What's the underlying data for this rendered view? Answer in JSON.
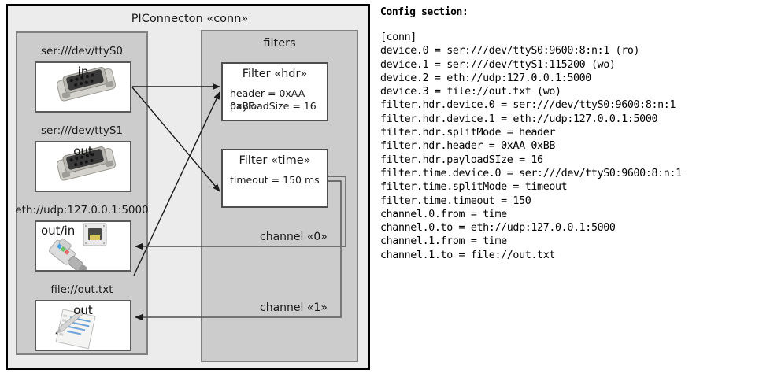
{
  "diagram": {
    "title": "PIConnecton «conn»",
    "devices_group": {
      "items": [
        {
          "label": "ser:///dev/ttyS0",
          "direction": "in",
          "icon": "serial-port-icon"
        },
        {
          "label": "ser:///dev/ttyS1",
          "direction": "out",
          "icon": "serial-port-icon"
        },
        {
          "label": "eth://udp:127.0.0.1:5000",
          "direction": "out/in",
          "icon": "ethernet-icon"
        },
        {
          "label": "file://out.txt",
          "direction": "out",
          "icon": "file-document-icon"
        }
      ]
    },
    "filters_group": {
      "title": "filters",
      "filters": [
        {
          "title": "Filter «hdr»",
          "props": [
            "header = 0xAA 0xBB",
            "payloadSize = 16"
          ]
        },
        {
          "title": "Filter «time»",
          "props": [
            "timeout = 150 ms"
          ]
        }
      ],
      "channels": [
        {
          "label": "channel «0»"
        },
        {
          "label": "channel «1»"
        }
      ]
    }
  },
  "config": {
    "heading": "Config section:",
    "text": "[conn]\ndevice.0 = ser:///dev/ttyS0:9600:8:n:1 (ro)\ndevice.1 = ser:///dev/ttyS1:115200 (wo)\ndevice.2 = eth://udp:127.0.0.1:5000\ndevice.3 = file://out.txt (wo)\nfilter.hdr.device.0 = ser:///dev/ttyS0:9600:8:n:1\nfilter.hdr.device.1 = eth://udp:127.0.0.1:5000\nfilter.hdr.splitMode = header\nfilter.hdr.header = 0xAA 0xBB\nfilter.hdr.payloadSIze = 16\nfilter.time.device.0 = ser:///dev/ttyS0:9600:8:n:1\nfilter.time.splitMode = timeout\nfilter.time.timeout = 150\nchannel.0.from = time\nchannel.0.to = eth://udp:127.0.0.1:5000\nchannel.1.from = time\nchannel.1.to = file://out.txt"
  },
  "colors": {
    "outer_bg": "#ececec",
    "group_bg": "#cccccc",
    "node_bg": "#ffffff",
    "border_dark": "#000000",
    "border_gray": "#808080"
  }
}
